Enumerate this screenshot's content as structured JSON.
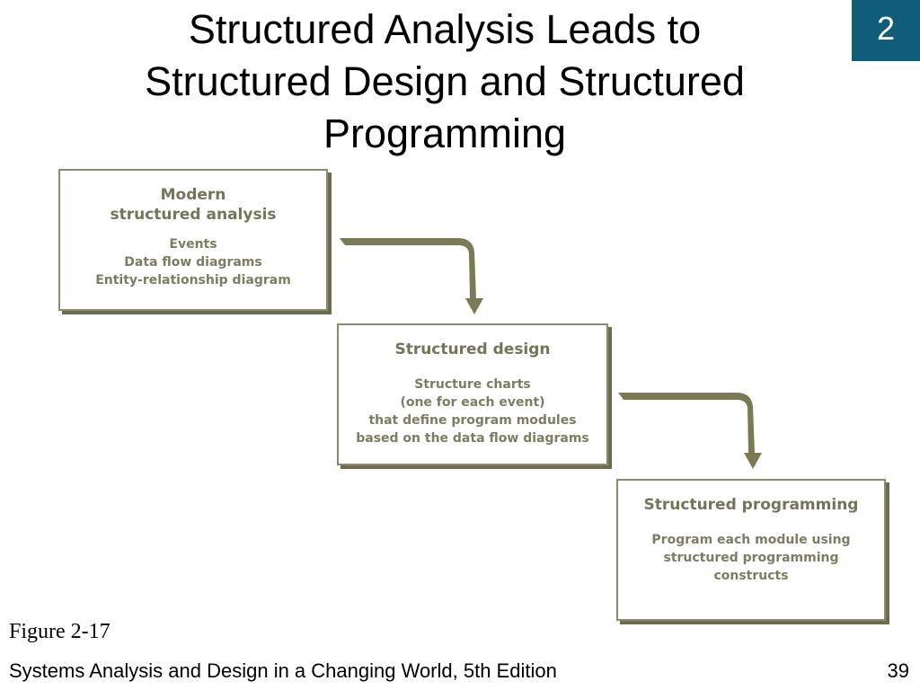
{
  "slide": {
    "title_lines": [
      "Structured Analysis Leads to",
      "Structured Design and Structured",
      "Programming"
    ],
    "chapter_badge": "2",
    "badge_color": "#0f5d7a",
    "figure_label": "Figure 2-17",
    "footer_text": "Systems Analysis and Design in a Changing World, 5th Edition",
    "page_number": "39"
  },
  "diagram": {
    "accent_color": "#7a7960",
    "boxes": [
      {
        "heading_lines": [
          "Modern",
          "structured analysis"
        ],
        "body_lines": [
          "Events",
          "Data flow diagrams",
          "Entity-relationship diagram"
        ]
      },
      {
        "heading_lines": [
          "Structured design"
        ],
        "body_lines": [
          "Structure charts",
          "(one for each event)",
          "that define program modules",
          "based on the data flow diagrams"
        ]
      },
      {
        "heading_lines": [
          "Structured programming"
        ],
        "body_lines": [
          "Program each module using",
          "structured programming",
          "constructs"
        ]
      }
    ],
    "connectors": [
      {
        "from": "Modern structured analysis",
        "to": "Structured design"
      },
      {
        "from": "Structured design",
        "to": "Structured programming"
      }
    ]
  }
}
